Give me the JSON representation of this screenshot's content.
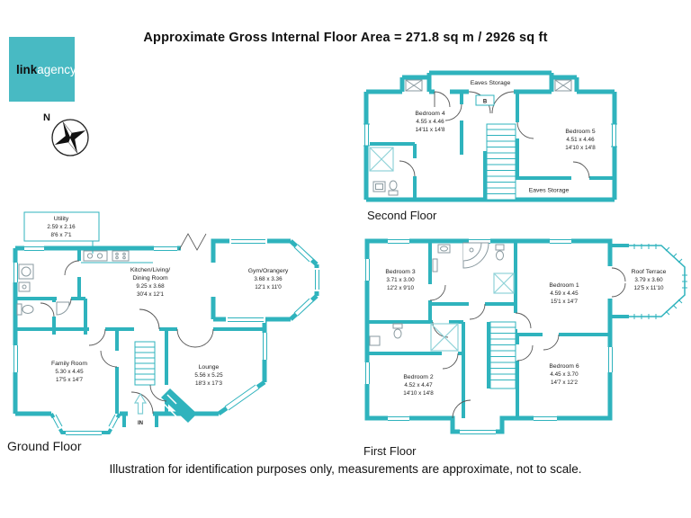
{
  "header": {
    "title": "Approximate Gross Internal Floor Area =  271.8 sq m / 2926 sq ft"
  },
  "logo": {
    "bold": "link",
    "light": "agency"
  },
  "compass": {
    "north_label": "N"
  },
  "floors": {
    "second": {
      "label": "Second Floor",
      "eaves_top": "Eaves Storage",
      "eaves_bottom": "Eaves Storage",
      "boiler": "B",
      "bedroom4": {
        "name": "Bedroom 4",
        "metric": "4.55 x 4.46",
        "imperial": "14'11 x 14'8"
      },
      "bedroom5": {
        "name": "Bedroom 5",
        "metric": "4.51 x 4.46",
        "imperial": "14'10 x 14'8"
      }
    },
    "ground": {
      "label": "Ground Floor",
      "utility": {
        "name": "Utility",
        "metric": "2.59 x 2.16",
        "imperial": "8'6 x 7'1"
      },
      "kitchen": {
        "name1": "Kitchen/Living/",
        "name2": "Dining Room",
        "metric": "9.25 x 3.68",
        "imperial": "30'4 x 12'1"
      },
      "family": {
        "name": "Family Room",
        "metric": "5.30 x 4.45",
        "imperial": "17'5 x 14'7"
      },
      "lounge": {
        "name": "Lounge",
        "metric": "5.56 x 5.25",
        "imperial": "18'3 x 17'3"
      },
      "gym": {
        "name": "Gym/Orangery",
        "metric": "3.68 x 3.36",
        "imperial": "12'1 x 11'0"
      },
      "entrance": "IN"
    },
    "first": {
      "label": "First Floor",
      "bedroom1": {
        "name": "Bedroom 1",
        "metric": "4.59 x 4.45",
        "imperial": "15'1 x 14'7"
      },
      "bedroom2": {
        "name": "Bedroom 2",
        "metric": "4.52 x 4.47",
        "imperial": "14'10 x 14'8"
      },
      "bedroom3": {
        "name": "Bedroom 3",
        "metric": "3.71 x 3.00",
        "imperial": "12'2 x 9'10"
      },
      "bedroom6": {
        "name": "Bedroom 6",
        "metric": "4.45 x 3.70",
        "imperial": "14'7 x 12'2"
      },
      "roof_terrace": {
        "name": "Roof Terrace",
        "metric": "3.79 x 3.60",
        "imperial": "12'5 x 11'10"
      }
    }
  },
  "footer": {
    "disclaimer": "Illustration for identification purposes only, measurements are approximate, not to scale."
  },
  "colors": {
    "wall_teal": "#2FB3BD",
    "logo_teal": "#48BAC3"
  }
}
